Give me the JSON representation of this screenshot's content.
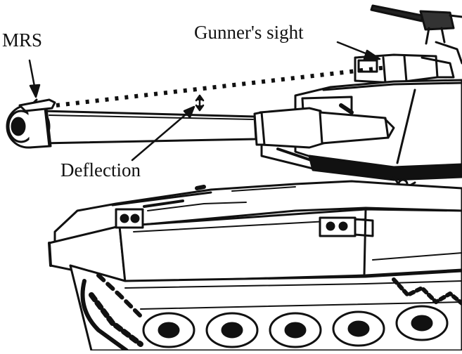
{
  "diagram": {
    "labels": {
      "mrs": "MRS",
      "gunners_sight": "Gunner's sight",
      "deflection": "Deflection"
    },
    "colors": {
      "ink": "#111111",
      "paper": "#ffffff"
    }
  }
}
